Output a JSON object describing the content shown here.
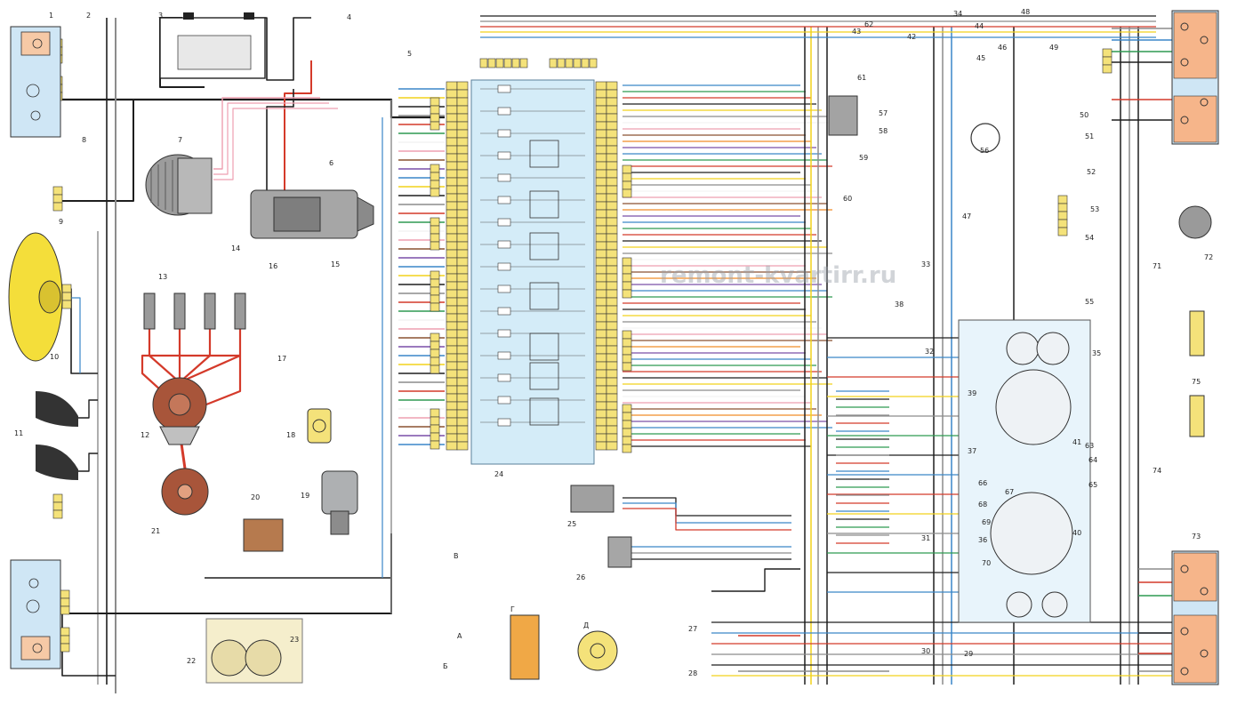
{
  "watermark": "remont-kvartirr.ru",
  "components": [
    {
      "id": "1",
      "label": "1"
    },
    {
      "id": "2",
      "label": "2"
    },
    {
      "id": "3",
      "label": "3"
    },
    {
      "id": "4",
      "label": "4"
    },
    {
      "id": "5",
      "label": "5"
    },
    {
      "id": "6",
      "label": "6"
    },
    {
      "id": "7",
      "label": "7"
    },
    {
      "id": "8",
      "label": "8"
    },
    {
      "id": "9",
      "label": "9"
    },
    {
      "id": "10",
      "label": "10"
    },
    {
      "id": "11",
      "label": "11"
    },
    {
      "id": "12",
      "label": "12"
    },
    {
      "id": "13",
      "label": "13"
    },
    {
      "id": "14",
      "label": "14"
    },
    {
      "id": "15",
      "label": "15"
    },
    {
      "id": "16",
      "label": "16"
    },
    {
      "id": "17",
      "label": "17"
    },
    {
      "id": "18",
      "label": "18"
    },
    {
      "id": "19",
      "label": "19"
    },
    {
      "id": "20",
      "label": "20"
    },
    {
      "id": "21",
      "label": "21"
    },
    {
      "id": "22",
      "label": "22"
    },
    {
      "id": "23",
      "label": "23"
    },
    {
      "id": "24",
      "label": "24"
    },
    {
      "id": "25",
      "label": "25"
    },
    {
      "id": "26",
      "label": "26"
    },
    {
      "id": "27",
      "label": "27"
    },
    {
      "id": "28",
      "label": "28"
    },
    {
      "id": "29",
      "label": "29"
    },
    {
      "id": "30",
      "label": "30"
    },
    {
      "id": "31",
      "label": "31"
    },
    {
      "id": "32",
      "label": "32"
    },
    {
      "id": "33",
      "label": "33"
    },
    {
      "id": "34",
      "label": "34"
    },
    {
      "id": "35",
      "label": "35"
    },
    {
      "id": "36",
      "label": "36"
    },
    {
      "id": "37",
      "label": "37"
    },
    {
      "id": "38",
      "label": "38"
    },
    {
      "id": "39",
      "label": "39"
    },
    {
      "id": "40",
      "label": "40"
    },
    {
      "id": "41",
      "label": "41"
    },
    {
      "id": "42",
      "label": "42"
    },
    {
      "id": "43",
      "label": "43"
    },
    {
      "id": "44",
      "label": "44"
    },
    {
      "id": "45",
      "label": "45"
    },
    {
      "id": "46",
      "label": "46"
    },
    {
      "id": "47",
      "label": "47"
    },
    {
      "id": "48",
      "label": "48"
    },
    {
      "id": "49",
      "label": "49"
    },
    {
      "id": "50",
      "label": "50"
    },
    {
      "id": "51",
      "label": "51"
    },
    {
      "id": "52",
      "label": "52"
    },
    {
      "id": "53",
      "label": "53"
    },
    {
      "id": "54",
      "label": "54"
    },
    {
      "id": "55",
      "label": "55"
    },
    {
      "id": "56",
      "label": "56"
    },
    {
      "id": "57",
      "label": "57"
    },
    {
      "id": "58",
      "label": "58"
    },
    {
      "id": "59",
      "label": "59"
    },
    {
      "id": "60",
      "label": "60"
    },
    {
      "id": "61",
      "label": "61"
    },
    {
      "id": "62",
      "label": "62"
    },
    {
      "id": "63",
      "label": "63"
    },
    {
      "id": "64",
      "label": "64"
    },
    {
      "id": "65",
      "label": "65"
    },
    {
      "id": "66",
      "label": "66"
    },
    {
      "id": "67",
      "label": "67"
    },
    {
      "id": "68",
      "label": "68"
    },
    {
      "id": "69",
      "label": "69"
    },
    {
      "id": "70",
      "label": "70"
    },
    {
      "id": "71",
      "label": "71"
    },
    {
      "id": "72",
      "label": "72"
    },
    {
      "id": "73",
      "label": "73"
    },
    {
      "id": "74",
      "label": "74"
    },
    {
      "id": "75",
      "label": "75"
    }
  ],
  "connector_letters": [
    "А",
    "Б",
    "В",
    "Г",
    "Д"
  ],
  "wire_colors": {
    "red": "#d43a2a",
    "blue": "#3a86c8",
    "green": "#2e9a52",
    "yellow": "#f2d21c",
    "black": "#1e1e1e",
    "gray": "#8c8c8c",
    "pink": "#ee9fb0",
    "brown": "#8a5230",
    "orange": "#f08c28",
    "violet": "#7a4fa8",
    "white": "#f4f4f4"
  },
  "fusebox_fill": "#d4ecf8",
  "connector_fill": "#f4e27a",
  "lamp_fill": "#f6c9a6"
}
